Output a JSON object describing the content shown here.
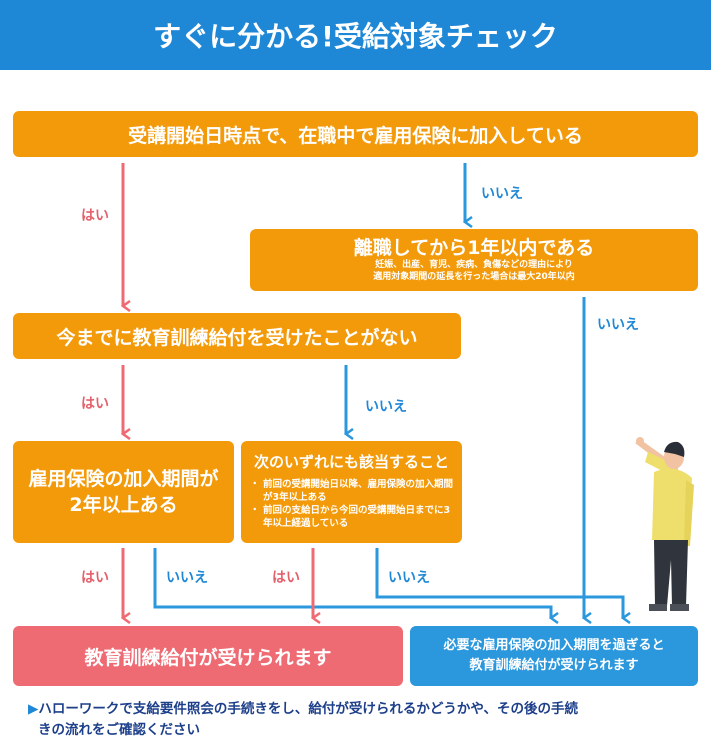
{
  "header": {
    "title": "すぐに分かる!受給対象チェック"
  },
  "q1": {
    "text": "受講開始日時点で、在職中で雇用保険に加入している"
  },
  "q2": {
    "text": "離職してから1年以内である",
    "note1": "妊娠、出産、育児、疾病、負傷などの理由により",
    "note2": "適用対象期間の延長を行った場合は最大20年以内"
  },
  "q3": {
    "text": "今までに教育訓練給付を受けたことがない"
  },
  "q4": {
    "line1": "雇用保険の加入期間が",
    "line2": "2年以上ある"
  },
  "q5": {
    "title": "次のいずれにも該当すること",
    "items": [
      "前回の受講開始日以降、雇用保険の加入期間が3年以上ある",
      "前回の支給日から今回の受講開始日までに3年以上経過している"
    ]
  },
  "labels": {
    "yes": "はい",
    "no": "いいえ"
  },
  "results": {
    "eligible": "教育訓練給付が受けられます",
    "ineligible_line1": "必要な雇用保険の加入期間を過ぎると",
    "ineligible_line2": "教育訓練給付が受けられます"
  },
  "footer": {
    "marker": "▶",
    "line1": "ハローワークで支給要件照会の手続きをし、給付が受けられるかどうかや、その後の手続",
    "line2": "きの流れをご確認ください"
  },
  "colors": {
    "header": "#1e87d6",
    "question": "#f39a0b",
    "yes": "#ee6b74",
    "no": "#2b97dc"
  }
}
